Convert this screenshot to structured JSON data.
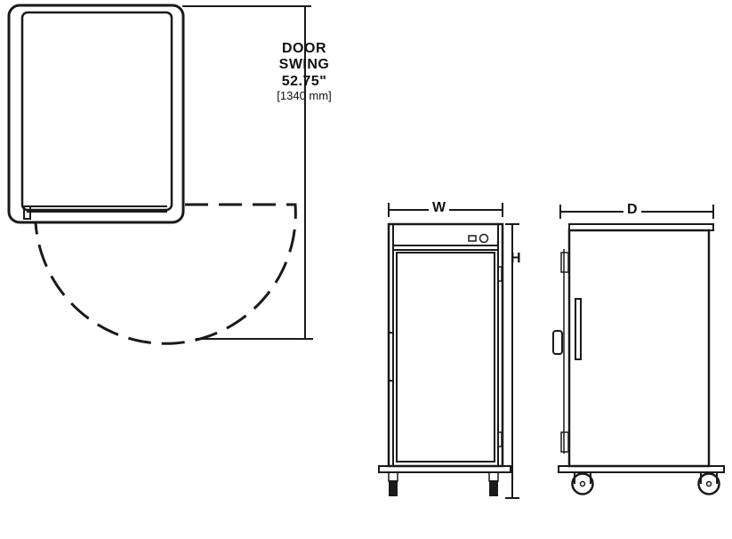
{
  "door_swing": {
    "line1": "DOOR",
    "line2": "SWING",
    "imperial": "52.75\"",
    "metric": "[1340 mm]"
  },
  "dimensions": {
    "width": "W",
    "height": "H",
    "depth": "D"
  },
  "colors": {
    "line": "#1a1a1a",
    "background": "#ffffff"
  }
}
